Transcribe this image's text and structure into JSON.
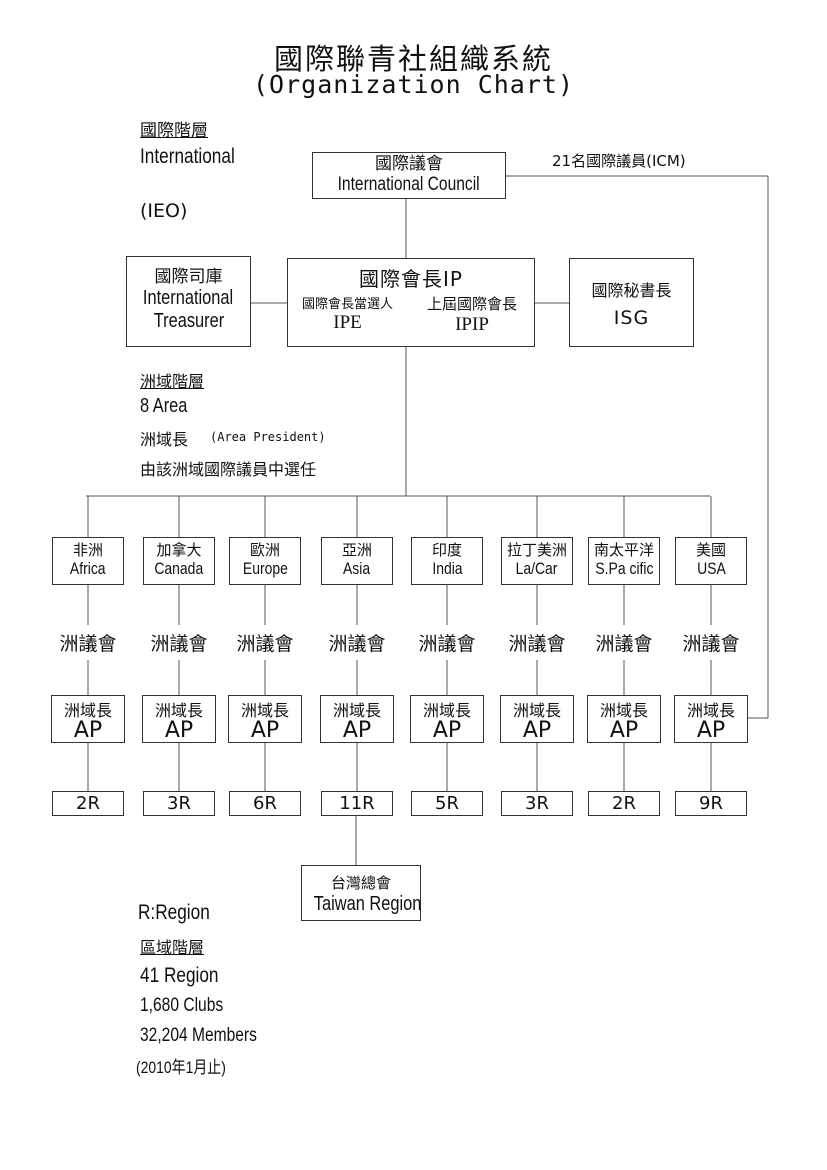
{
  "title": {
    "zh": "國際聯青社組織系統",
    "en": "(Organization Chart)"
  },
  "international_tier": {
    "label": "國際階層",
    "en": "International",
    "ieo": "(IEO)"
  },
  "council": {
    "zh": "國際議會",
    "en": "International Council"
  },
  "icm_label": "21名國際議員(ICM)",
  "treasurer": {
    "zh": "國際司庫",
    "en1": "International",
    "en2": "Treasurer"
  },
  "president": {
    "title": "國際會長IP",
    "ipe_zh": "國際會長當選人",
    "ipe_en": "IPE",
    "ipip_zh": "上屆國際會長",
    "ipip_en": "IPIP"
  },
  "secretary": {
    "zh": "國際秘書長",
    "en": "ISG"
  },
  "area_tier": {
    "label": "洲域階層",
    "count": "8 Area",
    "president": "洲域長",
    "president_en": "(Area President)",
    "note": "由該洲域國際議員中選任"
  },
  "areas": [
    {
      "zh": "非洲",
      "en": "Africa",
      "council": "洲議會",
      "ap_zh": "洲域長",
      "ap_en": "AP",
      "regions": "2R"
    },
    {
      "zh": "加拿大",
      "en": "Canada",
      "council": "洲議會",
      "ap_zh": "洲域長",
      "ap_en": "AP",
      "regions": "3R"
    },
    {
      "zh": "歐洲",
      "en": "Europe",
      "council": "洲議會",
      "ap_zh": "洲域長",
      "ap_en": "AP",
      "regions": "6R"
    },
    {
      "zh": "亞洲",
      "en": "Asia",
      "council": "洲議會",
      "ap_zh": "洲域長",
      "ap_en": "AP",
      "regions": "11R"
    },
    {
      "zh": "印度",
      "en": "India",
      "council": "洲議會",
      "ap_zh": "洲域長",
      "ap_en": "AP",
      "regions": "5R"
    },
    {
      "zh": "拉丁美洲",
      "en": "La/Car",
      "council": "洲議會",
      "ap_zh": "洲域長",
      "ap_en": "AP",
      "regions": "3R"
    },
    {
      "zh": "南太平洋",
      "en": "S.Pa cific",
      "council": "洲議會",
      "ap_zh": "洲域長",
      "ap_en": "AP",
      "regions": "2R"
    },
    {
      "zh": "美國",
      "en": "USA",
      "council": "洲議會",
      "ap_zh": "洲域長",
      "ap_en": "AP",
      "regions": "9R"
    }
  ],
  "taiwan": {
    "zh": "台灣總會",
    "en": "Taiwan Region"
  },
  "region_tier": {
    "r_label": "R:Region",
    "label": "區域階層",
    "regions": "41 Region",
    "clubs": "1,680 Clubs",
    "members": "32,204 Members",
    "date": "(2010年1月止)"
  }
}
